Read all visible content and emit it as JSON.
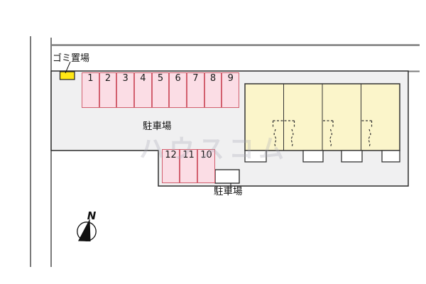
{
  "labels": {
    "garbage": "ゴミ置場",
    "parking_lot_upper": "駐車場",
    "parking_lot_lower": "駐車場"
  },
  "watermark": "ハウスコム",
  "compass": {
    "north_label": "N"
  },
  "parking": {
    "upper_row": {
      "spaces": [
        "1",
        "2",
        "3",
        "4",
        "5",
        "6",
        "7",
        "8",
        "9"
      ]
    },
    "lower_row": {
      "spaces": [
        "12",
        "11",
        "10"
      ]
    }
  },
  "building": {
    "unit_count": 4
  },
  "colors": {
    "space_fill": "#fbdde5",
    "space_border": "#d25f6e",
    "building_fill": "#fbf5ca",
    "parcel_fill": "#f0f0f1",
    "garbage_fill": "#ffe714",
    "road_line": "#7d7d7d",
    "outline": "#2b2b2b"
  }
}
